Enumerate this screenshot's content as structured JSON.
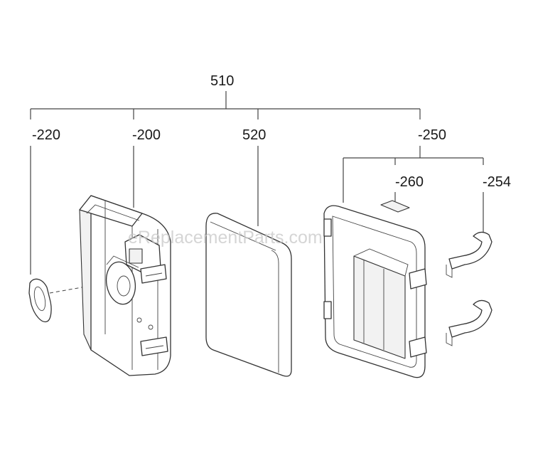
{
  "callouts": {
    "assembly": "510",
    "gasket": "-220",
    "base": "-200",
    "filter": "520",
    "cover": "-250",
    "label": "-260",
    "clip": "-254"
  },
  "watermark": "eReplacementParts.com"
}
